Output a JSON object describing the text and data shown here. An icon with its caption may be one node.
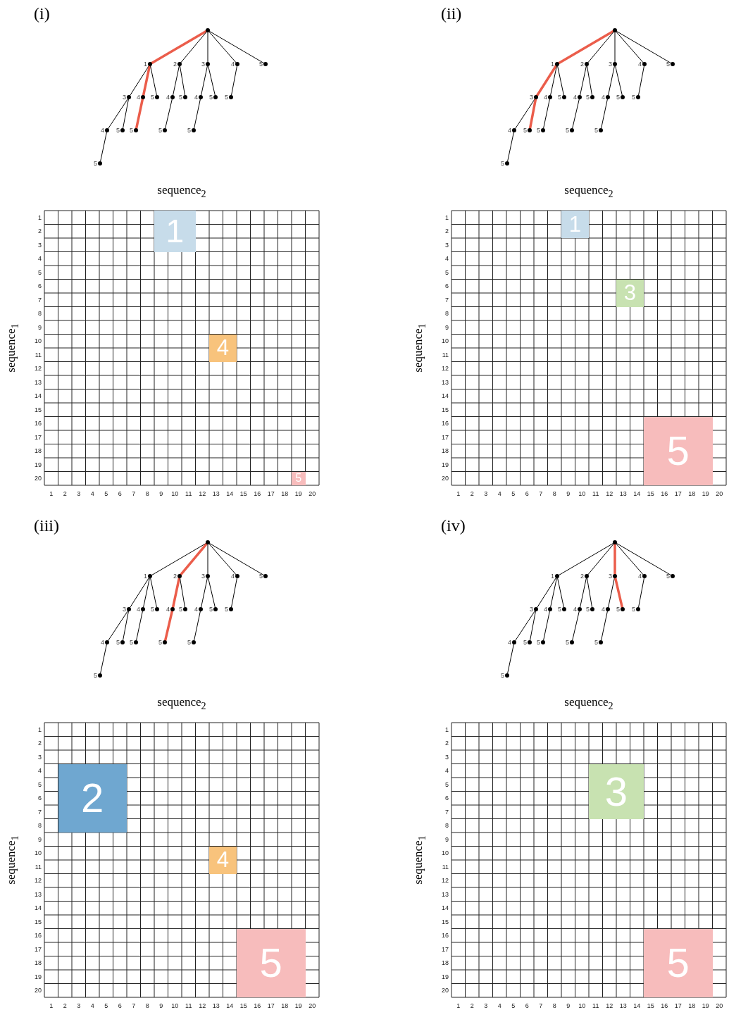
{
  "diagram": {
    "nodes": [
      {
        "text": [],
        "shape": "circle"
      },
      {
        "text": [
          "1"
        ]
      },
      {
        "text": [
          "2"
        ]
      },
      {
        "text": [
          "3"
        ]
      },
      {
        "text": [
          "4"
        ]
      },
      {
        "text": [
          "5"
        ]
      },
      {
        "text": [
          "3"
        ]
      },
      {
        "text": [
          "4"
        ]
      },
      {
        "text": [
          "5"
        ]
      },
      {
        "text": [
          "4"
        ]
      },
      {
        "text": [
          "5"
        ]
      },
      {
        "text": [
          "4"
        ]
      },
      {
        "text": [
          "5"
        ]
      },
      {
        "text": [
          "5"
        ]
      },
      {
        "text": [
          "4"
        ]
      },
      {
        "text": [
          "5"
        ]
      },
      {
        "text": [
          "5"
        ]
      },
      {
        "text": [
          "5"
        ]
      },
      {
        "text": [
          "5"
        ]
      },
      {
        "text": [
          "5"
        ]
      },
      {
        "text": [
          "1"
        ]
      },
      {
        "text": [
          "4"
        ]
      },
      {
        "text": [
          "5"
        ]
      },
      {
        "text": [],
        "shape": "circle"
      },
      {
        "text": [
          "1"
        ]
      },
      {
        "text": [
          "2"
        ]
      },
      {
        "text": [
          "3"
        ]
      },
      {
        "text": [
          "4"
        ]
      },
      {
        "text": [
          "5"
        ]
      },
      {
        "text": [
          "3"
        ]
      },
      {
        "text": [
          "4"
        ]
      },
      {
        "text": [
          "5"
        ]
      },
      {
        "text": [
          "4"
        ]
      },
      {
        "text": [
          "5"
        ]
      },
      {
        "text": [
          "4"
        ]
      },
      {
        "text": [
          "5"
        ]
      },
      {
        "text": [
          "5"
        ]
      },
      {
        "text": [
          "4"
        ]
      },
      {
        "text": [
          "5"
        ]
      },
      {
        "text": [
          "5"
        ]
      },
      {
        "text": [
          "5"
        ]
      },
      {
        "text": [
          "5"
        ]
      },
      {
        "text": [
          "5"
        ]
      },
      {
        "text": [
          "1"
        ]
      },
      {
        "text": [
          "3"
        ]
      },
      {
        "text": [
          "5"
        ]
      },
      {
        "text": [],
        "shape": "circle"
      },
      {
        "text": [
          "1"
        ]
      },
      {
        "text": [
          "2"
        ]
      },
      {
        "text": [
          "3"
        ]
      },
      {
        "text": [
          "4"
        ]
      },
      {
        "text": [
          "5"
        ]
      },
      {
        "text": [
          "3"
        ]
      },
      {
        "text": [
          "4"
        ]
      },
      {
        "text": [
          "5"
        ]
      },
      {
        "text": [
          "4"
        ]
      },
      {
        "text": [
          "5"
        ]
      },
      {
        "text": [
          "4"
        ]
      },
      {
        "text": [
          "5"
        ]
      },
      {
        "text": [
          "5"
        ]
      },
      {
        "text": [
          "4"
        ]
      },
      {
        "text": [
          "5"
        ]
      },
      {
        "text": [
          "5"
        ]
      },
      {
        "text": [
          "5"
        ]
      },
      {
        "text": [
          "5"
        ]
      },
      {
        "text": [
          "5"
        ]
      },
      {
        "text": [
          "2"
        ]
      },
      {
        "text": [
          "4"
        ]
      },
      {
        "text": [
          "5"
        ]
      },
      {
        "text": [],
        "shape": "circle"
      },
      {
        "text": [
          "1"
        ]
      },
      {
        "text": [
          "2"
        ]
      },
      {
        "text": [
          "3"
        ]
      },
      {
        "text": [
          "4"
        ]
      },
      {
        "text": [
          "5"
        ]
      },
      {
        "text": [
          "3"
        ]
      },
      {
        "text": [
          "4"
        ]
      },
      {
        "text": [
          "5"
        ]
      },
      {
        "text": [
          "4"
        ]
      },
      {
        "text": [
          "5"
        ]
      },
      {
        "text": [
          "4"
        ]
      },
      {
        "text": [
          "5"
        ]
      },
      {
        "text": [
          "5"
        ]
      },
      {
        "text": [
          "4"
        ]
      },
      {
        "text": [
          "5"
        ]
      },
      {
        "text": [
          "5"
        ]
      },
      {
        "text": [
          "5"
        ]
      },
      {
        "text": [
          "5"
        ]
      },
      {
        "text": [
          "5"
        ]
      },
      {
        "text": [
          "3"
        ]
      },
      {
        "text": [
          "5"
        ]
      }
    ],
    "edges": [
      {
        "from": 0,
        "to": 1,
        "arrow": "none",
        "style": "thick",
        "color": "#e8412c"
      },
      {
        "from": 0,
        "to": 2,
        "arrow": "none"
      },
      {
        "from": 0,
        "to": 3,
        "arrow": "none"
      },
      {
        "from": 0,
        "to": 4,
        "arrow": "none"
      },
      {
        "from": 0,
        "to": 5,
        "arrow": "none"
      },
      {
        "from": 1,
        "to": 6,
        "arrow": "none"
      },
      {
        "from": 1,
        "to": 7,
        "arrow": "none",
        "style": "thick",
        "color": "#e8412c"
      },
      {
        "from": 1,
        "to": 8,
        "arrow": "none"
      },
      {
        "from": 2,
        "to": 9,
        "arrow": "none"
      },
      {
        "from": 2,
        "to": 10,
        "arrow": "none"
      },
      {
        "from": 3,
        "to": 11,
        "arrow": "none"
      },
      {
        "from": 3,
        "to": 12,
        "arrow": "none"
      },
      {
        "from": 4,
        "to": 13,
        "arrow": "none"
      },
      {
        "from": 6,
        "to": 14,
        "arrow": "none"
      },
      {
        "from": 6,
        "to": 15,
        "arrow": "none"
      },
      {
        "from": 7,
        "to": 16,
        "arrow": "none",
        "style": "thick",
        "color": "#e8412c"
      },
      {
        "from": 9,
        "to": 17,
        "arrow": "none"
      },
      {
        "from": 11,
        "to": 18,
        "arrow": "none"
      },
      {
        "from": 14,
        "to": 19,
        "arrow": "none"
      },
      {
        "from": 23,
        "to": 24,
        "arrow": "none",
        "style": "thick",
        "color": "#e8412c"
      },
      {
        "from": 23,
        "to": 25,
        "arrow": "none"
      },
      {
        "from": 23,
        "to": 26,
        "arrow": "none"
      },
      {
        "from": 23,
        "to": 27,
        "arrow": "none"
      },
      {
        "from": 23,
        "to": 28,
        "arrow": "none"
      },
      {
        "from": 24,
        "to": 29,
        "arrow": "none",
        "style": "thick",
        "color": "#e8412c"
      },
      {
        "from": 24,
        "to": 30,
        "arrow": "none"
      },
      {
        "from": 24,
        "to": 31,
        "arrow": "none"
      },
      {
        "from": 25,
        "to": 32,
        "arrow": "none"
      },
      {
        "from": 25,
        "to": 33,
        "arrow": "none"
      },
      {
        "from": 26,
        "to": 34,
        "arrow": "none"
      },
      {
        "from": 26,
        "to": 35,
        "arrow": "none"
      },
      {
        "from": 27,
        "to": 36,
        "arrow": "none"
      },
      {
        "from": 29,
        "to": 37,
        "arrow": "none"
      },
      {
        "from": 29,
        "to": 38,
        "arrow": "none",
        "style": "thick",
        "color": "#e8412c"
      },
      {
        "from": 30,
        "to": 39,
        "arrow": "none"
      },
      {
        "from": 32,
        "to": 40,
        "arrow": "none"
      },
      {
        "from": 34,
        "to": 41,
        "arrow": "none"
      },
      {
        "from": 37,
        "to": 42,
        "arrow": "none"
      },
      {
        "from": 46,
        "to": 47,
        "arrow": "none"
      },
      {
        "from": 46,
        "to": 48,
        "arrow": "none",
        "style": "thick",
        "color": "#e8412c"
      },
      {
        "from": 46,
        "to": 49,
        "arrow": "none"
      },
      {
        "from": 46,
        "to": 50,
        "arrow": "none"
      },
      {
        "from": 46,
        "to": 51,
        "arrow": "none"
      },
      {
        "from": 47,
        "to": 52,
        "arrow": "none"
      },
      {
        "from": 47,
        "to": 53,
        "arrow": "none"
      },
      {
        "from": 47,
        "to": 54,
        "arrow": "none"
      },
      {
        "from": 48,
        "to": 55,
        "arrow": "none",
        "style": "thick",
        "color": "#e8412c"
      },
      {
        "from": 48,
        "to": 56,
        "arrow": "none"
      },
      {
        "from": 49,
        "to": 57,
        "arrow": "none"
      },
      {
        "from": 49,
        "to": 58,
        "arrow": "none"
      },
      {
        "from": 50,
        "to": 59,
        "arrow": "none"
      },
      {
        "from": 52,
        "to": 60,
        "arrow": "none"
      },
      {
        "from": 52,
        "to": 61,
        "arrow": "none"
      },
      {
        "from": 53,
        "to": 62,
        "arrow": "none"
      },
      {
        "from": 55,
        "to": 63,
        "arrow": "none",
        "style": "thick",
        "color": "#e8412c"
      },
      {
        "from": 57,
        "to": 64,
        "arrow": "none"
      },
      {
        "from": 60,
        "to": 65,
        "arrow": "none"
      },
      {
        "from": 69,
        "to": 70,
        "arrow": "none"
      },
      {
        "from": 69,
        "to": 71,
        "arrow": "none"
      },
      {
        "from": 69,
        "to": 72,
        "arrow": "none",
        "style": "thick",
        "color": "#e8412c"
      },
      {
        "from": 69,
        "to": 73,
        "arrow": "none"
      },
      {
        "from": 69,
        "to": 74,
        "arrow": "none"
      },
      {
        "from": 70,
        "to": 75,
        "arrow": "none"
      },
      {
        "from": 70,
        "to": 76,
        "arrow": "none"
      },
      {
        "from": 70,
        "to": 77,
        "arrow": "none"
      },
      {
        "from": 71,
        "to": 78,
        "arrow": "none"
      },
      {
        "from": 71,
        "to": 79,
        "arrow": "none"
      },
      {
        "from": 72,
        "to": 80,
        "arrow": "none"
      },
      {
        "from": 72,
        "to": 81,
        "arrow": "none",
        "style": "thick",
        "color": "#e8412c"
      },
      {
        "from": 73,
        "to": 82,
        "arrow": "none"
      },
      {
        "from": 75,
        "to": 83,
        "arrow": "none"
      },
      {
        "from": 75,
        "to": 84,
        "arrow": "none"
      },
      {
        "from": 76,
        "to": 85,
        "arrow": "none"
      },
      {
        "from": 78,
        "to": 86,
        "arrow": "none"
      },
      {
        "from": 80,
        "to": 87,
        "arrow": "none"
      },
      {
        "from": 83,
        "to": 88,
        "arrow": "none"
      }
    ],
    "labels": [
      "(i)",
      "sequence$_{2}$",
      "sequence$_{1}$",
      "1",
      "2",
      "3",
      "4",
      "5",
      "6",
      "7",
      "8",
      "9",
      "10",
      "11",
      "12",
      "13",
      "14",
      "15",
      "16",
      "17",
      "18",
      "19",
      "20",
      "1",
      "2",
      "3",
      "4",
      "5",
      "6",
      "7",
      "8",
      "9",
      "10",
      "11",
      "12",
      "13",
      "14",
      "15",
      "16",
      "17",
      "18",
      "19",
      "20",
      "(ii)",
      "sequence$_{2}$",
      "sequence$_{1}$",
      "1",
      "2",
      "3",
      "4",
      "5",
      "6",
      "7",
      "8",
      "9",
      "10",
      "11",
      "12",
      "13",
      "14",
      "15",
      "16",
      "17",
      "18",
      "19",
      "20",
      "1",
      "2",
      "3",
      "4",
      "5",
      "6",
      "7",
      "8",
      "9",
      "10",
      "11",
      "12",
      "13",
      "14",
      "15",
      "16",
      "17",
      "18",
      "19",
      "20",
      "(iii)",
      "sequence$_{2}$",
      "sequence$_{1}$",
      "1",
      "2",
      "3",
      "4",
      "5",
      "6",
      "7",
      "8",
      "9",
      "10",
      "11",
      "12",
      "13",
      "14",
      "15",
      "16",
      "17",
      "18",
      "19",
      "20",
      "1",
      "2",
      "3",
      "4",
      "5",
      "6",
      "7",
      "8",
      "9",
      "10",
      "11",
      "12",
      "13",
      "14",
      "15",
      "16",
      "17",
      "18",
      "19",
      "20",
      "(iv)",
      "sequence$_{2}$",
      "sequence$_{1}$",
      "1",
      "2",
      "3",
      "4",
      "5",
      "6",
      "7",
      "8",
      "9",
      "10",
      "11",
      "12",
      "13",
      "14",
      "15",
      "16",
      "17",
      "18",
      "19",
      "20",
      "1",
      "2",
      "3",
      "4",
      "5",
      "6",
      "7",
      "8",
      "9",
      "10",
      "11",
      "12",
      "13",
      "14",
      "15",
      "16",
      "17",
      "18",
      "19",
      "20"
    ]
  }
}
